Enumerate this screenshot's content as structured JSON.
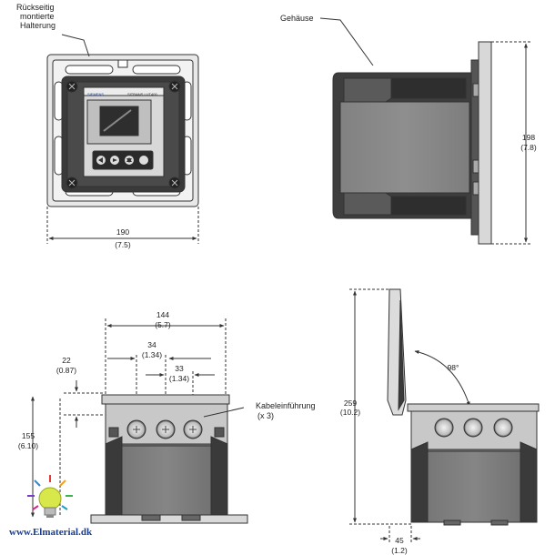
{
  "labels": {
    "bracket_line1": "Rückseitig",
    "bracket_line2": "montierte",
    "bracket_line3": "Halterung",
    "housing": "Gehäuse",
    "cable_entry_line1": "Kabeleinführung",
    "cable_entry_line2": "(x 3)",
    "device_brand": "SIEMENS",
    "device_model": "SITRANS LUT400"
  },
  "dimensions": {
    "width_mm": "190",
    "width_in": "(7.5)",
    "height_mm": "198",
    "height_in": "(7.8)",
    "box_width_mm": "144",
    "box_width_in": "(5.7)",
    "gland_spacing1_mm": "34",
    "gland_spacing1_in": "(1.34)",
    "gland_spacing2_mm": "33",
    "gland_spacing2_in": "(1.34)",
    "top_offset_mm": "22",
    "top_offset_in": "(0.87)",
    "box_height_mm": "155",
    "box_height_in": "(6.10)",
    "open_height_mm": "259",
    "open_height_in": "(10.2)",
    "depth_mm": "45",
    "depth_in": "(1.2)",
    "angle": "98°"
  },
  "watermark": "www.Elmaterial.dk",
  "colors": {
    "line": "#333333",
    "fill_dark": "#3a3a3a",
    "fill_mid": "#8a8a8a",
    "fill_light": "#dcdcdc",
    "brand": "#1a3c8c"
  }
}
